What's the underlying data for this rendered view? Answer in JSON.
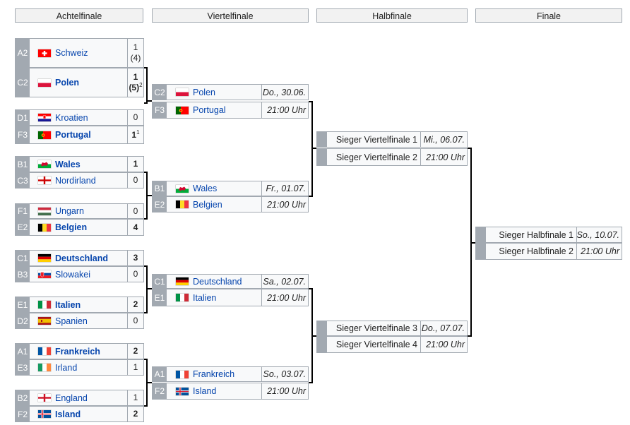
{
  "headers": [
    "Achtelfinale",
    "Viertelfinale",
    "Halbfinale",
    "Finale"
  ],
  "r16": [
    {
      "seed": "A2",
      "team": "Schweiz",
      "flag": "ch",
      "score": "1",
      "pen": "(4)",
      "sup": "",
      "win": false
    },
    {
      "seed": "C2",
      "team": "Polen",
      "flag": "pl",
      "score": "1",
      "pen": "(5)",
      "sup": "2",
      "win": true
    },
    {
      "seed": "D1",
      "team": "Kroatien",
      "flag": "hr",
      "score": "0",
      "pen": "",
      "sup": "",
      "win": false
    },
    {
      "seed": "F3",
      "team": "Portugal",
      "flag": "pt",
      "score": "1",
      "pen": "",
      "sup": "1",
      "win": true
    },
    {
      "seed": "B1",
      "team": "Wales",
      "flag": "wales",
      "score": "1",
      "pen": "",
      "sup": "",
      "win": true
    },
    {
      "seed": "C3",
      "team": "Nordirland",
      "flag": "ni",
      "score": "0",
      "pen": "",
      "sup": "",
      "win": false
    },
    {
      "seed": "F1",
      "team": "Ungarn",
      "flag": "hu",
      "score": "0",
      "pen": "",
      "sup": "",
      "win": false
    },
    {
      "seed": "E2",
      "team": "Belgien",
      "flag": "be",
      "score": "4",
      "pen": "",
      "sup": "",
      "win": true
    },
    {
      "seed": "C1",
      "team": "Deutschland",
      "flag": "de",
      "score": "3",
      "pen": "",
      "sup": "",
      "win": true
    },
    {
      "seed": "B3",
      "team": "Slowakei",
      "flag": "sk",
      "score": "0",
      "pen": "",
      "sup": "",
      "win": false
    },
    {
      "seed": "E1",
      "team": "Italien",
      "flag": "it",
      "score": "2",
      "pen": "",
      "sup": "",
      "win": true
    },
    {
      "seed": "D2",
      "team": "Spanien",
      "flag": "es",
      "score": "0",
      "pen": "",
      "sup": "",
      "win": false
    },
    {
      "seed": "A1",
      "team": "Frankreich",
      "flag": "fr",
      "score": "2",
      "pen": "",
      "sup": "",
      "win": true
    },
    {
      "seed": "E3",
      "team": "Irland",
      "flag": "ie",
      "score": "1",
      "pen": "",
      "sup": "",
      "win": false
    },
    {
      "seed": "B2",
      "team": "England",
      "flag": "en",
      "score": "1",
      "pen": "",
      "sup": "",
      "win": false
    },
    {
      "seed": "F2",
      "team": "Island",
      "flag": "is",
      "score": "2",
      "pen": "",
      "sup": "",
      "win": true
    }
  ],
  "qf": [
    {
      "seed": "C2",
      "team": "Polen",
      "flag": "pl",
      "date": "Do., 30.06."
    },
    {
      "seed": "F3",
      "team": "Portugal",
      "flag": "pt",
      "date": "21:00 Uhr"
    },
    {
      "seed": "B1",
      "team": "Wales",
      "flag": "wales",
      "date": "Fr., 01.07."
    },
    {
      "seed": "E2",
      "team": "Belgien",
      "flag": "be",
      "date": "21:00 Uhr"
    },
    {
      "seed": "C1",
      "team": "Deutschland",
      "flag": "de",
      "date": "Sa., 02.07."
    },
    {
      "seed": "E1",
      "team": "Italien",
      "flag": "it",
      "date": "21:00 Uhr"
    },
    {
      "seed": "A1",
      "team": "Frankreich",
      "flag": "fr",
      "date": "So., 03.07."
    },
    {
      "seed": "F2",
      "team": "Island",
      "flag": "is",
      "date": "21:00 Uhr"
    }
  ],
  "sf": [
    {
      "team": "Sieger Viertelfinale 1",
      "date": "Mi., 06.07."
    },
    {
      "team": "Sieger Viertelfinale 2",
      "date": "21:00 Uhr"
    },
    {
      "team": "Sieger Viertelfinale 3",
      "date": "Do., 07.07."
    },
    {
      "team": "Sieger Viertelfinale 4",
      "date": "21:00 Uhr"
    }
  ],
  "final": [
    {
      "team": "Sieger Halbfinale 1",
      "date": "So., 10.07."
    },
    {
      "team": "Sieger Halbfinale 2",
      "date": "21:00 Uhr"
    }
  ]
}
